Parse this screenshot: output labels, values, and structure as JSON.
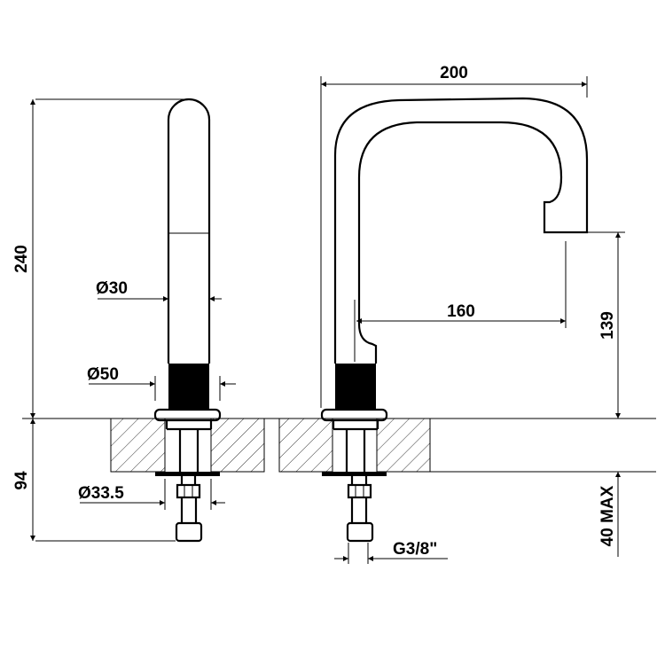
{
  "drawing": {
    "colors": {
      "line": "#000000",
      "background": "#ffffff"
    },
    "dimensions": {
      "total_height": "240",
      "under_counter": "94",
      "spout_diameter": "Ø30",
      "base_diameter": "Ø50",
      "shank_diameter": "Ø33.5",
      "spout_reach_total": "200",
      "spout_reach": "160",
      "spout_height": "139",
      "max_counter_thickness": "40 MAX",
      "connection": "G3/8\""
    }
  }
}
